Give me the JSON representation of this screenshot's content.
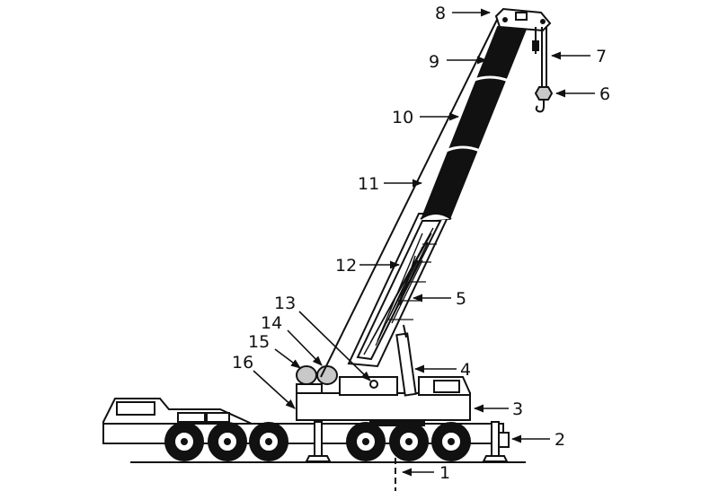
{
  "diagram": {
    "callouts": [
      {
        "id": "c1",
        "label": "1"
      },
      {
        "id": "c2",
        "label": "2"
      },
      {
        "id": "c3",
        "label": "3"
      },
      {
        "id": "c4",
        "label": "4"
      },
      {
        "id": "c5",
        "label": "5"
      },
      {
        "id": "c6",
        "label": "6"
      },
      {
        "id": "c7",
        "label": "7"
      },
      {
        "id": "c8",
        "label": "8"
      },
      {
        "id": "c9",
        "label": "9"
      },
      {
        "id": "c10",
        "label": "10"
      },
      {
        "id": "c11",
        "label": "11"
      },
      {
        "id": "c12",
        "label": "12"
      },
      {
        "id": "c13",
        "label": "13"
      },
      {
        "id": "c14",
        "label": "14"
      },
      {
        "id": "c15",
        "label": "15"
      },
      {
        "id": "c16",
        "label": "16"
      }
    ],
    "colors": {
      "line": "#111111",
      "boom_fill": "#111111",
      "weight_fill": "#c8c8c8",
      "background": "#ffffff"
    }
  }
}
